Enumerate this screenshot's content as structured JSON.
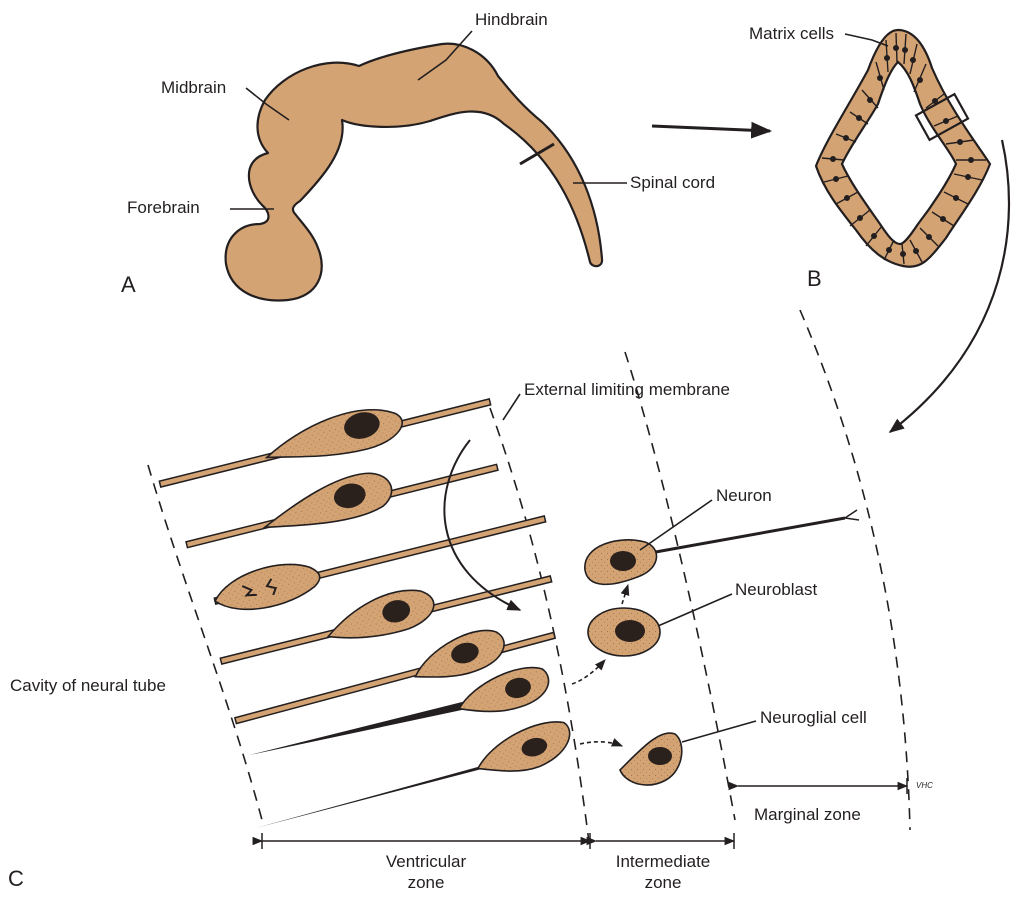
{
  "colors": {
    "tissue": "#d4a373",
    "outline": "#231f20",
    "nucleus": "#2a211d",
    "background": "#ffffff"
  },
  "panel_a": {
    "letter": "A",
    "labels": {
      "hindbrain": "Hindbrain",
      "midbrain": "Midbrain",
      "forebrain": "Forebrain",
      "spinal_cord": "Spinal cord"
    }
  },
  "panel_b": {
    "letter": "B",
    "labels": {
      "matrix_cells": "Matrix cells"
    }
  },
  "panel_c": {
    "letter": "C",
    "labels": {
      "external_limiting_membrane": "External limiting membrane",
      "neuron": "Neuron",
      "neuroblast": "Neuroblast",
      "neuroglial_cell": "Neuroglial cell",
      "cavity": "Cavity of neural tube",
      "marginal_zone": "Marginal zone",
      "ventricular_zone": [
        "Ventricular",
        "zone"
      ],
      "intermediate_zone": [
        "Intermediate",
        "zone"
      ],
      "initials": "VHC"
    }
  }
}
